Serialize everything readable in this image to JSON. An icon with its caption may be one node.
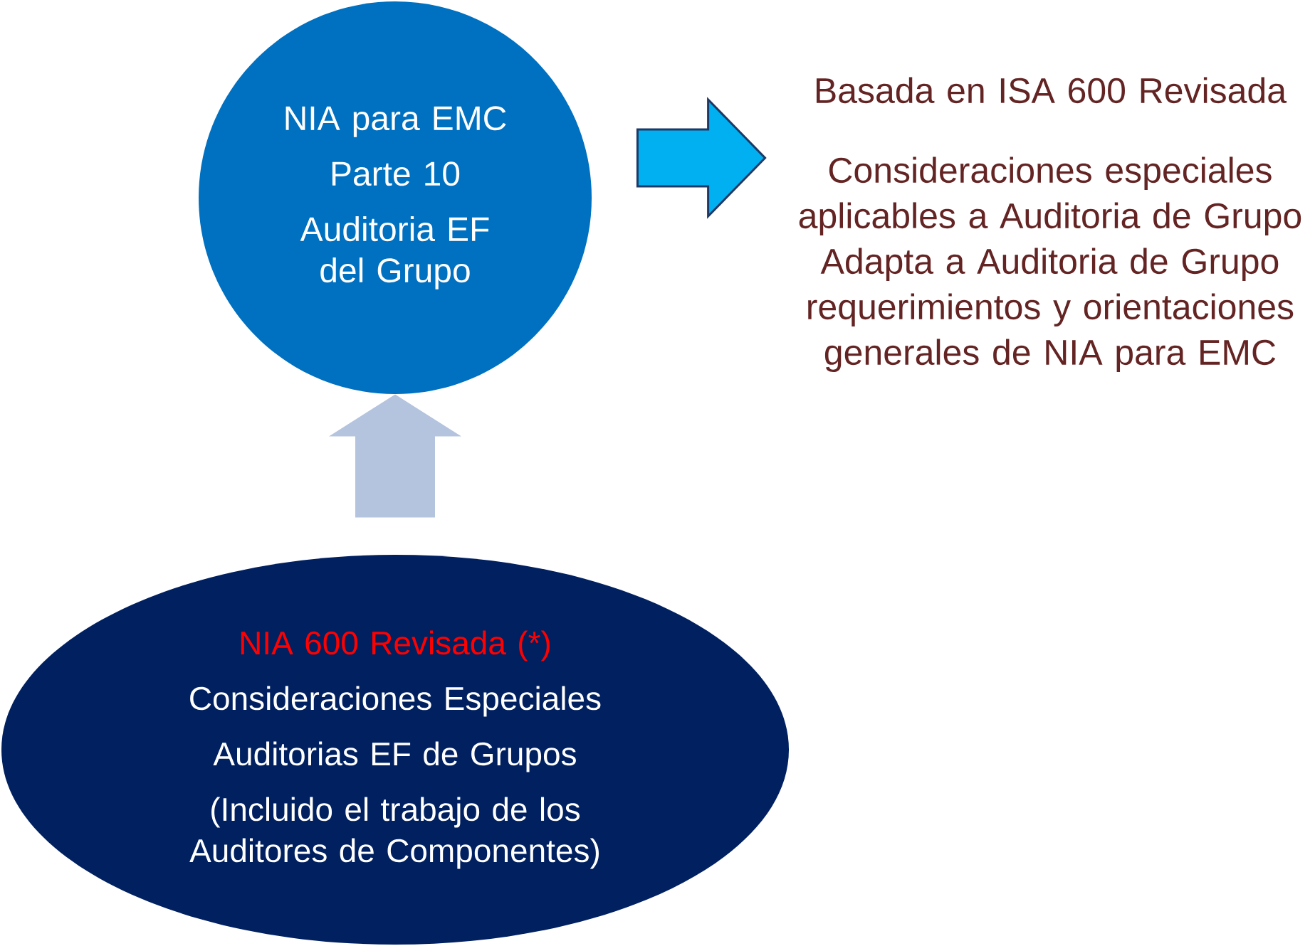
{
  "diagram": {
    "nodes": [
      {
        "text": [
          "NIA para EMC",
          "Parte 10",
          "Auditoria EF del Grupo"
        ]
      },
      {
        "text": [
          "Basada en ISA 600 Revisada",
          "Consideraciones especiales aplicables a Auditoria de Grupo Adapta a Auditoria de Grupo requerimientos y orientaciones generales de NIA para EMC"
        ]
      },
      {
        "text": [
          "NIA 600 Revisada (*)",
          "Consideraciones Especiales",
          "Auditorias EF de Grupos",
          "(Incluido el trabajo de los Auditores de Componentes)"
        ]
      }
    ],
    "edges": [
      {
        "from": 2,
        "to": 0,
        "arrow": "to",
        "color": "#b4c3de"
      },
      {
        "from": 0,
        "to": 1,
        "arrow": "to",
        "color": "#00b0f0"
      }
    ]
  }
}
